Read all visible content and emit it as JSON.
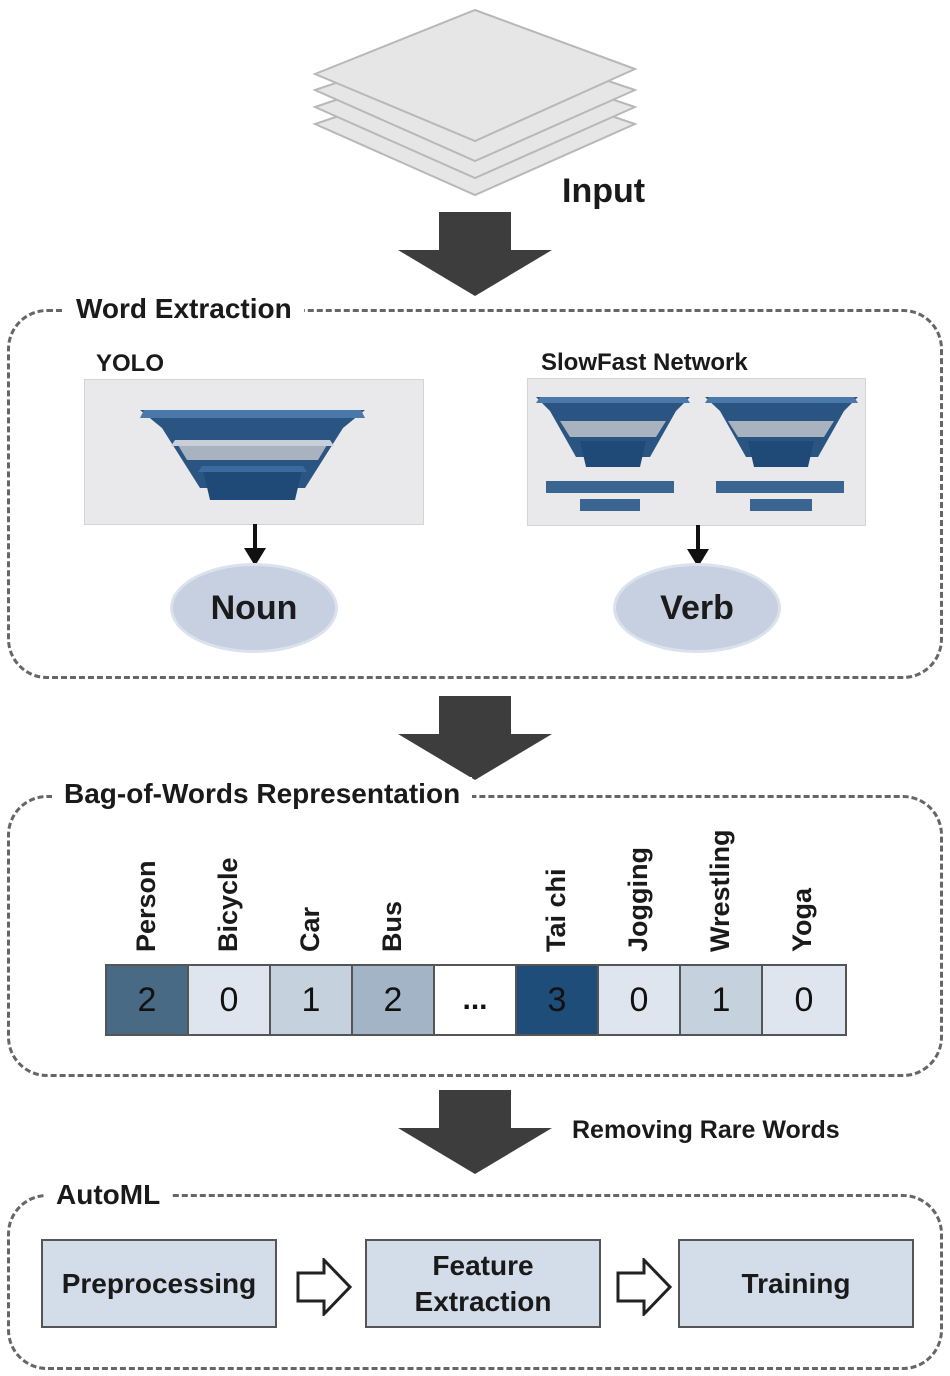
{
  "input": {
    "label": "Input"
  },
  "word_extraction": {
    "title": "Word Extraction",
    "yolo": {
      "title": "YOLO",
      "output": "Noun"
    },
    "slowfast": {
      "title": "SlowFast Network",
      "output": "Verb"
    }
  },
  "bag_of_words": {
    "title": "Bag-of-Words Representation",
    "words": [
      {
        "label": "Person",
        "value": "2",
        "color": "#486a85",
        "text_color": "#111111"
      },
      {
        "label": "Bicycle",
        "value": "0",
        "color": "#dee5ee",
        "text_color": "#111111"
      },
      {
        "label": "Car",
        "value": "1",
        "color": "#c6d1de",
        "text_color": "#111111"
      },
      {
        "label": "Bus",
        "value": "2",
        "color": "#a3b4c7",
        "text_color": "#111111"
      },
      {
        "label": "",
        "value": "...",
        "color": "#ffffff",
        "text_color": "#111111"
      },
      {
        "label": "Tai chi",
        "value": "3",
        "color": "#1f4d7a",
        "text_color": "#111111"
      },
      {
        "label": "Jogging",
        "value": "0",
        "color": "#dee5ee",
        "text_color": "#111111"
      },
      {
        "label": "Wrestling",
        "value": "1",
        "color": "#c6d1de",
        "text_color": "#111111"
      },
      {
        "label": "Yoga",
        "value": "0",
        "color": "#dee5ee",
        "text_color": "#111111"
      }
    ]
  },
  "transition": {
    "label": "Removing Rare Words"
  },
  "automl": {
    "title": "AutoML",
    "steps": [
      "Preprocessing",
      "Feature\nExtraction",
      "Training"
    ]
  },
  "colors": {
    "arrow": "#3d3d3d",
    "net_dark": "#2a5582",
    "net_mid": "#a9b2bf",
    "panel": "#e9e9eb",
    "step_fill": "#d3dde9"
  }
}
